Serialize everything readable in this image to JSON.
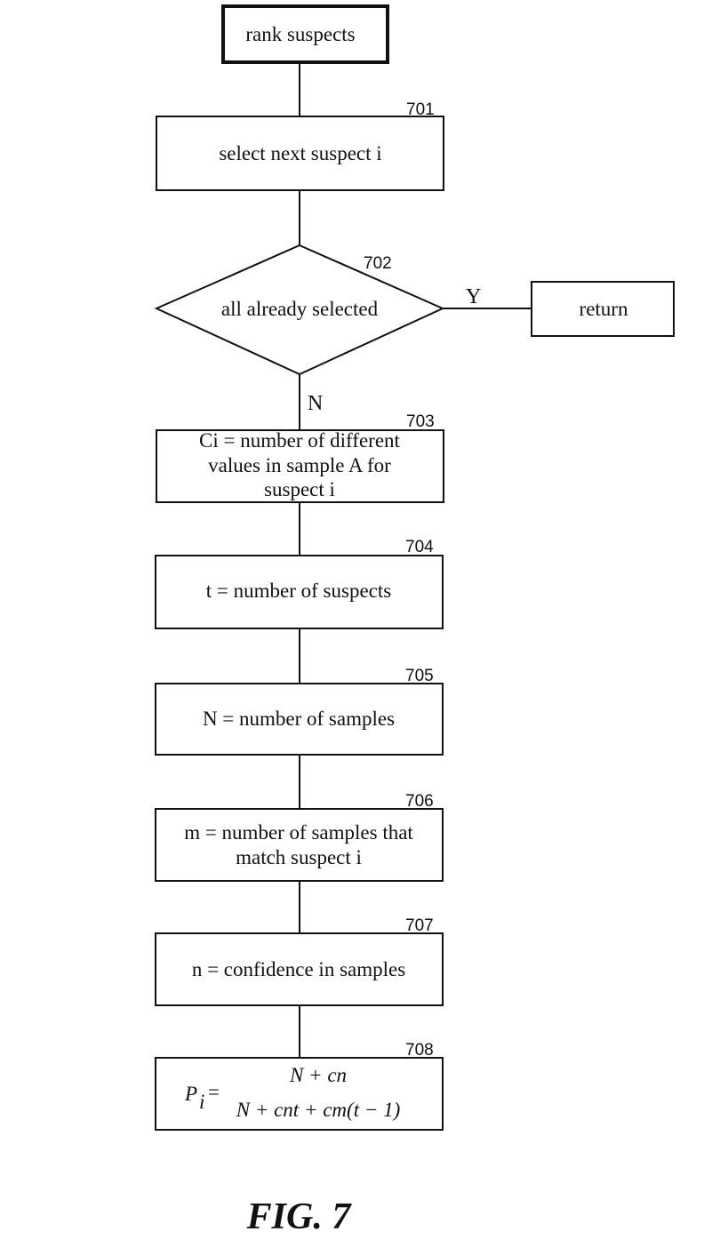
{
  "nodes": {
    "start": "rank suspects",
    "n701": "select next suspect i",
    "n702": "all already selected",
    "return": "return",
    "n703": [
      "Ci = number of different",
      "values in sample A for",
      "suspect i"
    ],
    "n704": "t = number of suspects",
    "n705": "N = number of samples",
    "n706": [
      "m = number of samples that",
      "match suspect i"
    ],
    "n707": "n = confidence in samples"
  },
  "formula": {
    "lhs": "P",
    "subscript": "i",
    "equals": "=",
    "numerator": "N + cn",
    "denominator": "N + cnt + cm(t − 1)"
  },
  "refs": {
    "r701": "701",
    "r702": "702",
    "r703": "703",
    "r704": "704",
    "r705": "705",
    "r706": "706",
    "r707": "707",
    "r708": "708"
  },
  "branches": {
    "yes": "Y",
    "no": "N"
  },
  "figure_label": "FIG. 7"
}
